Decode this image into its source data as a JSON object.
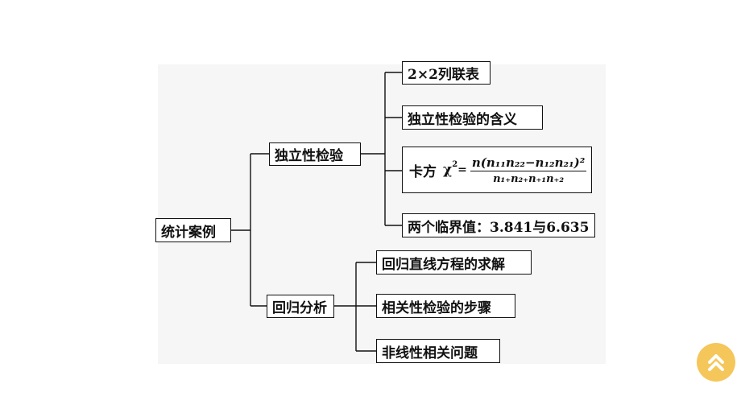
{
  "root": {
    "label": "统计案例"
  },
  "branch1": {
    "label": "独立性检验",
    "items": [
      "2×2列联表",
      "独立性检验的含义",
      "两个临界值：3.841与6.635"
    ],
    "formula": {
      "prefix": "卡方",
      "chi": "χ",
      "chi_exp": "2",
      "eq": "=",
      "numerator": "n(n₁₁n₂₂−n₁₂n₂₁)²",
      "denominator": "n₁₊n₂₊n₊₁n₊₂"
    }
  },
  "branch2": {
    "label": "回归分析",
    "items": [
      "回归直线方程的求解",
      "相关性检验的步骤",
      "非线性相关问题"
    ]
  },
  "nav": {
    "icon": "double-chevron-up-icon",
    "color": "#f5c65a"
  }
}
